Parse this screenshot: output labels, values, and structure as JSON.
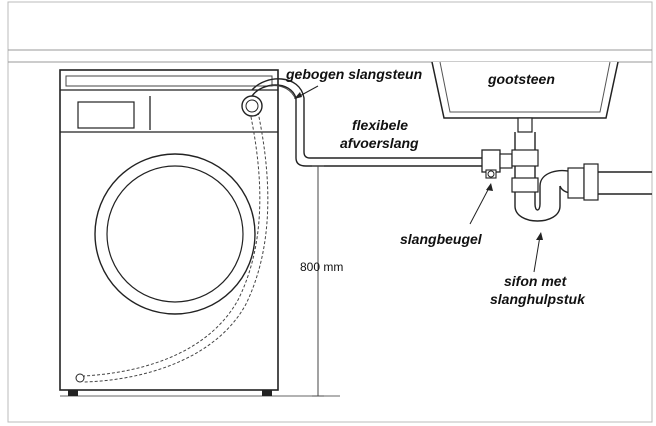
{
  "labels": {
    "sink": "gootsteen",
    "hose_support": "gebogen slangsteun",
    "drain_hose_line1": "flexibele",
    "drain_hose_line2": "afvoerslang",
    "hose_clamp": "slangbeugel",
    "trap_line1": "sifon met",
    "trap_line2": "slanghulpstuk"
  },
  "dimension": {
    "height": "800 mm"
  },
  "icons": {
    "arrow": "arrow-icon"
  }
}
